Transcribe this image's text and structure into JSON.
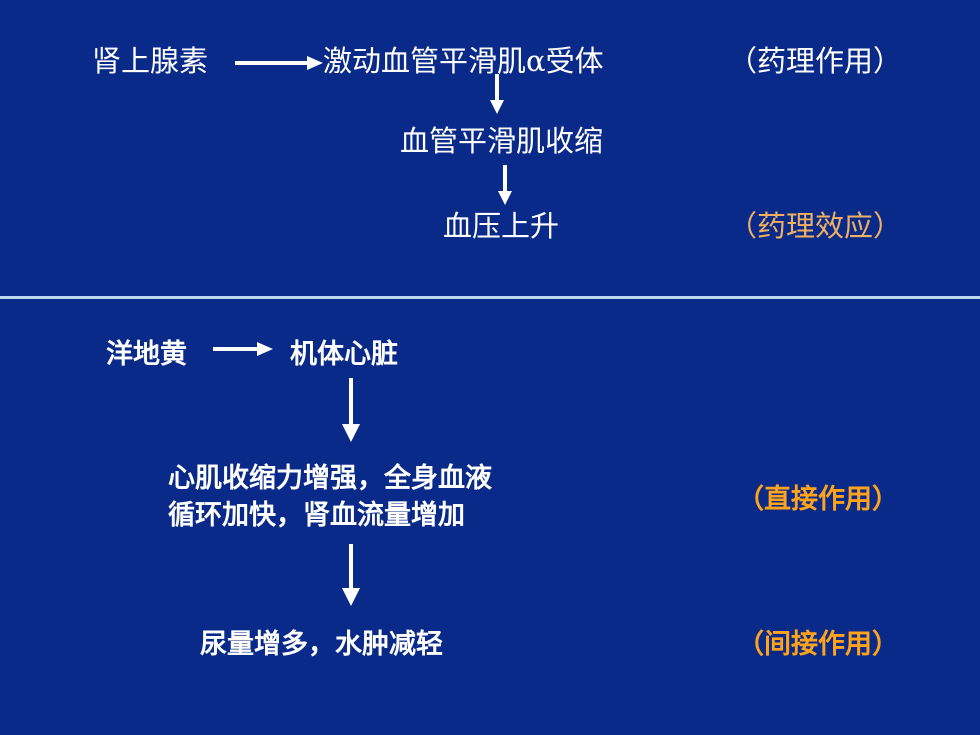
{
  "slide": {
    "top": {
      "source": "肾上腺素",
      "target": "激动血管平滑肌α受体",
      "step2": "血管平滑肌收缩",
      "step3": "血压上升",
      "label_action": "（药理作用）",
      "label_effect": "（药理效应）"
    },
    "bottom": {
      "source": "洋地黄",
      "target": "机体心脏",
      "direct_line1": "心肌收缩力增强，全身血液",
      "direct_line2": "循环加快，肾血流量增加",
      "indirect": "尿量增多，水肿减轻",
      "label_direct": "（直接作用）",
      "label_indirect": "（间接作用）"
    }
  },
  "colors": {
    "background": "#0a2a8a",
    "text": "#ffffff",
    "accent_orange": "#ffa31a",
    "divider": "#b9d8f0"
  }
}
